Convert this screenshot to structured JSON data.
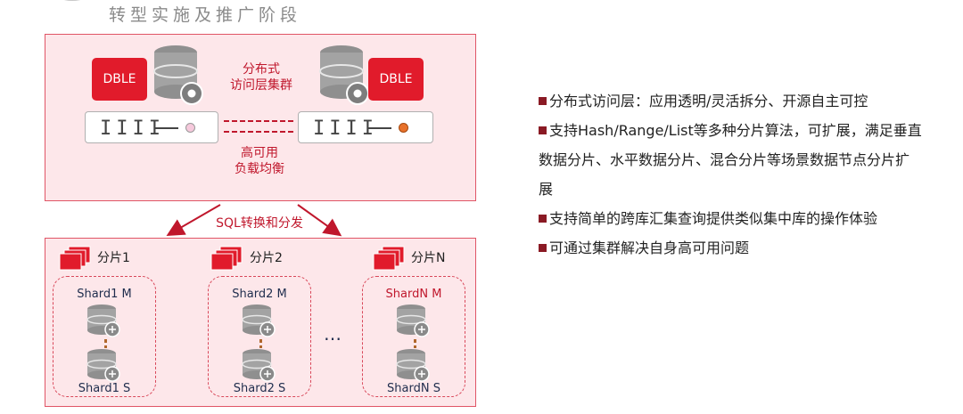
{
  "header": {
    "subtitle": "转型实施及推广阶段"
  },
  "diagram": {
    "dble_left": "DBLE",
    "dble_right": "DBLE",
    "access_layer_line1": "分布式",
    "access_layer_line2": "访问层集群",
    "ha_line1": "高可用",
    "ha_line2": "负载均衡",
    "sql_label": "SQL转换和分发",
    "lb_bars": "IIII",
    "ellipsis": "…",
    "shards": [
      {
        "fragment": "分片1",
        "master": "Shard1 M",
        "slave": "Shard1 S"
      },
      {
        "fragment": "分片2",
        "master": "Shard2 M",
        "slave": "Shard2 S"
      },
      {
        "fragment": "分片N",
        "master": "ShardN M",
        "slave": "ShardN S"
      }
    ],
    "colors": {
      "accent_red": "#e11b2b",
      "panel_bg": "#fde7ea",
      "border_red": "#e05566"
    }
  },
  "bullets": [
    "分布式访问层：应用透明/灵活拆分、开源自主可控",
    "支持Hash/Range/List等多种分片算法，可扩展，满足垂直数据分片、水平数据分片、混合分片等场景数据节点分片扩展",
    "支持简单的跨库汇集查询提供类似集中库的操作体验",
    "可通过集群解决自身高可用问题"
  ]
}
